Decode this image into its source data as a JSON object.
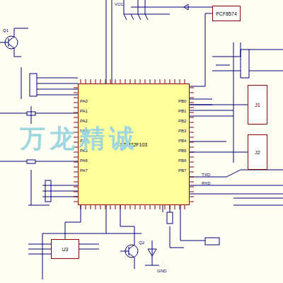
{
  "diagram": {
    "nodes": [
      {
        "text": [
          "STM32F103"
        ]
      },
      {
        "text": [
          "PCF8574"
        ]
      },
      {
        "text": [
          "J1"
        ]
      },
      {
        "text": [
          "U3"
        ]
      },
      {
        "text": [
          "J2"
        ]
      }
    ],
    "edges": [
      {
        "from": 0,
        "to": 1,
        "arrow": "none"
      },
      {
        "from": 0,
        "to": 2,
        "arrow": "none"
      },
      {
        "from": 0,
        "to": 3,
        "arrow": "none"
      },
      {
        "from": 0,
        "to": 4,
        "arrow": "none"
      }
    ],
    "labels": [
      "PA0",
      "PA1",
      "PA2",
      "PA3",
      "PA4",
      "PA5",
      "PA6",
      "PA7",
      "PB0",
      "PB1",
      "PB2",
      "PB3",
      "PB4",
      "PB5",
      "PB6",
      "PB7",
      "Q1",
      "Q2",
      "VCC",
      "GND",
      "TXD",
      "RXD",
      "万龙精诚"
    ]
  }
}
